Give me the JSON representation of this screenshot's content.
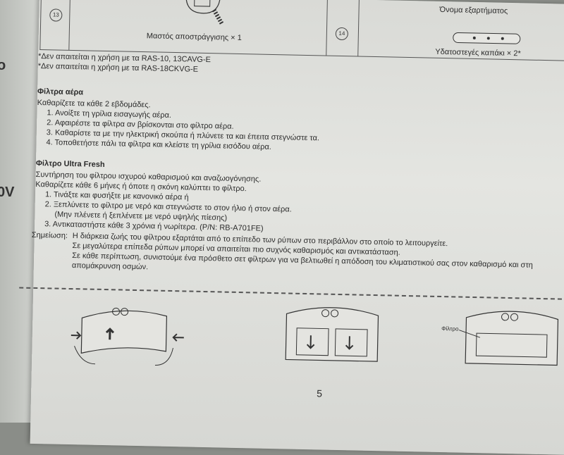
{
  "table": {
    "row_number_left": "13",
    "item_left": "Μαστός αποστράγγισης × 1",
    "row_number_right": "14",
    "header_right": "Όνομα εξαρτήματος",
    "item_right": "Υδατοστεγές καπάκι × 2*"
  },
  "notes": [
    "*Δεν απαιτείται η χρήση με τα RAS-10, 13CAVG-E",
    "*Δεν απαιτείται η χρήση με τα RAS-18CKVG-E"
  ],
  "air_filter": {
    "title": "Φίλτρα αέρα",
    "intro": "Καθαρίζετε τα κάθε 2 εβδομάδες.",
    "steps": [
      "1. Ανοίξτε τη γρίλια εισαγωγής αέρα.",
      "2. Αφαιρέστε τα φίλτρα αν βρίσκονται στο φίλτρο αέρα.",
      "3. Καθαρίστε τα με την ηλεκτρική σκούπα ή πλύνετε τα και έπειτα στεγνώστε τα.",
      "4. Τοποθετήστε πάλι τα φίλτρα και κλείστε τη γρίλια εισόδου αέρα."
    ]
  },
  "ultra_fresh": {
    "title": "Φίλτρο Ultra Fresh",
    "intro1": "Συντήρηση του φίλτρου ισχυρού καθαρισμού και αναζωογόνησης.",
    "intro2": "Καθαρίζετε κάθε 6 μήνες ή όποτε η σκόνη καλύπτει το φίλτρο.",
    "steps": [
      "1. Τινάξτε και φυσήξτε με κανονικό αέρα ή",
      "2. Ξεπλύνετε το φίλτρο με νερό και στεγνώστε το στον ήλιο ή στον αέρα.",
      "(Μην πλένετε ή ξεπλένετε με νερό υψηλής πίεσης)",
      "3. Αντικαταστήστε κάθε 3 χρόνια ή νωρίτερα. (P/N: RB-A701FE)"
    ],
    "remark_label": "Σημείωση:",
    "remark_lines": [
      "Η διάρκεια ζωής του φίλτρου εξαρτάται από το επίπεδο των ρύπων στο περιβάλλον στο οποίο το λειτουργείτε.",
      "Σε μεγαλύτερα επίπεδα ρύπων μπορεί να απαιτείται πιο συχνός καθαρισμός και αντικατάσταση.",
      "Σε κάθε περίπτωση, συνιστούμε ένα πρόσθετο σετ φίλτρων για να βελτιωθεί η απόδοση του κλιματιστικού σας στον καθαρισμό και στη",
      "απομάκρυνση οσμών."
    ]
  },
  "illustration": {
    "filter_label": "Φίλτρο"
  },
  "page_number": "5",
  "left_page_fragments": [
    "o",
    "0V"
  ]
}
